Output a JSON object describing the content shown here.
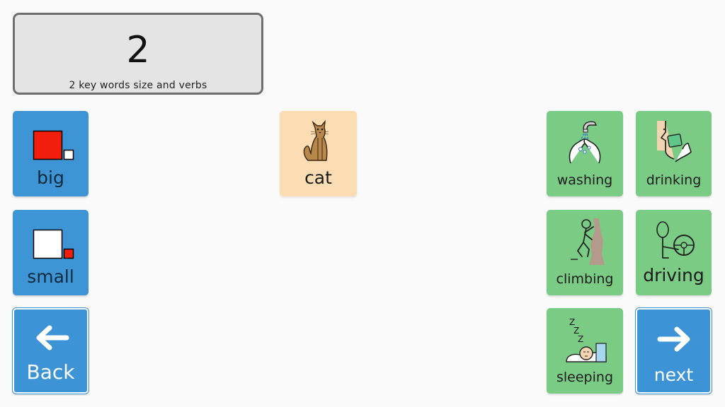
{
  "message_bar": {
    "number": "2",
    "subtitle": "2 key words size and verbs"
  },
  "cells": {
    "big": {
      "label": "big",
      "icon": "big-square-icon"
    },
    "small": {
      "label": "small",
      "icon": "small-square-icon"
    },
    "back": {
      "label": "Back",
      "icon": "arrow-left-icon"
    },
    "cat": {
      "label": "cat",
      "icon": "cat-icon"
    },
    "washing": {
      "label": "washing",
      "icon": "washing-hands-icon"
    },
    "drinking": {
      "label": "drinking",
      "icon": "drinking-icon"
    },
    "climbing": {
      "label": "climbing",
      "icon": "climbing-icon"
    },
    "driving": {
      "label": "driving",
      "icon": "driving-icon"
    },
    "sleeping": {
      "label": "sleeping",
      "icon": "sleeping-icon"
    },
    "next": {
      "label": "next",
      "icon": "arrow-right-icon"
    }
  },
  "colors": {
    "size_cells": "#3e95d6",
    "verb_cells": "#7acb84",
    "noun_cells": "#fcdcb2",
    "nav_cells": "#3c93d5",
    "message_bar": "#e4e4e4"
  }
}
